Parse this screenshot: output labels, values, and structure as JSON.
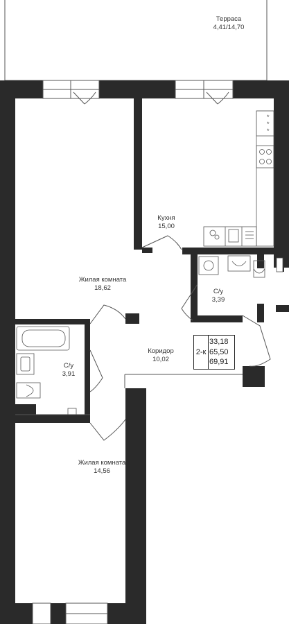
{
  "plan": {
    "colors": {
      "wall": "#2a2a2a",
      "line": "#555555",
      "background": "#ffffff"
    },
    "rooms": [
      {
        "id": "terrace",
        "name": "Терраса",
        "area": "4,41/14,70"
      },
      {
        "id": "living-1",
        "name": "Жилая комната",
        "area": "18,62"
      },
      {
        "id": "kitchen",
        "name": "Кухня",
        "area": "15,00"
      },
      {
        "id": "bath-1",
        "name": "С/у",
        "area": "3,39"
      },
      {
        "id": "corridor",
        "name": "Коридор",
        "area": "10,02"
      },
      {
        "id": "bath-2",
        "name": "С/у",
        "area": "3,91"
      },
      {
        "id": "living-2",
        "name": "Жилая комната",
        "area": "14,56"
      }
    ],
    "summary": {
      "rooms": "2-к",
      "living_area": "33,18",
      "total_area": "65,50",
      "total_area_with_terrace": "69,91"
    }
  }
}
